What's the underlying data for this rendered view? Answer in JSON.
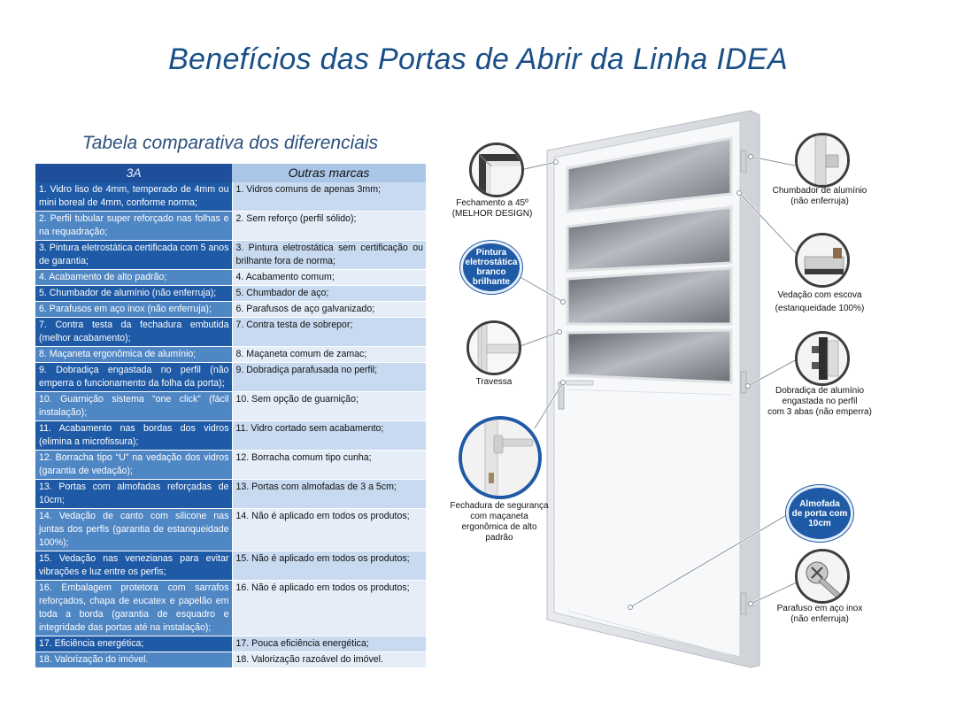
{
  "title": "Benefícios das Portas de Abrir da Linha IDEA",
  "table": {
    "caption": "Tabela comparativa dos diferenciais",
    "headers": [
      "3A",
      "Outras marcas"
    ],
    "rows": [
      [
        "1. Vidro liso de 4mm, temperado de 4mm ou mini boreal de 4mm, conforme norma;",
        "1. Vidros comuns de apenas 3mm;"
      ],
      [
        "2. Perfil tubular super reforçado nas folhas e na requadração;",
        "2. Sem reforço (perfil sólido);"
      ],
      [
        "3. Pintura eletrostática certificada com 5 anos de garantia;",
        "3. Pintura eletrostática sem certificação ou brilhante fora de norma;"
      ],
      [
        "4. Acabamento de alto padrão;",
        "4. Acabamento comum;"
      ],
      [
        "5. Chumbador de alumínio (não enferruja);",
        "5. Chumbador de aço;"
      ],
      [
        "6. Parafusos em aço inox (não enferruja);",
        "6. Parafusos de aço galvanizado;"
      ],
      [
        "7. Contra testa da fechadura embutida (melhor acabamento);",
        "7. Contra testa de sobrepor;"
      ],
      [
        "8. Maçaneta ergonômica de alumínio;",
        "8. Maçaneta comum de zamac;"
      ],
      [
        "9. Dobradiça engastada no perfil (não emperra o funcionamento da folha da porta);",
        "9. Dobradiça parafusada no perfil;"
      ],
      [
        "10. Guarnição sistema “one click” (fácil instalação);",
        "10. Sem opção de guarnição;"
      ],
      [
        "11. Acabamento nas bordas dos vidros (elimina a microfissura);",
        "11. Vidro cortado sem acabamento;"
      ],
      [
        "12. Borracha tipo “U” na vedação dos vidros (garantia de vedação);",
        "12. Borracha comum tipo cunha;"
      ],
      [
        "13. Portas com almofadas reforçadas de 10cm;",
        "13. Portas com almofadas de 3 a 5cm;"
      ],
      [
        "14. Vedação de canto com silicone nas juntas dos perfis (garantia de estanqueidade 100%);",
        "14. Não é aplicado em todos os produtos;"
      ],
      [
        "15. Vedação nas venezianas para evitar vibrações e luz entre os perfis;",
        "15. Não é aplicado em todos os produtos;"
      ],
      [
        "16. Embalagem protetora com sarrafos reforçados, chapa de eucatex e papelão em toda a borda (garantia de esquadro e integridade das portas até na instalação);",
        "16. Não é aplicado em todos os produtos;"
      ],
      [
        "17. Eficiência energética;",
        "17. Pouca eficiência energética;"
      ],
      [
        "18. Valorização do imóvel.",
        "18. Valorização razoável do imóvel."
      ]
    ]
  },
  "callouts": {
    "fechamento": [
      "Fechamento a 45º",
      "(MELHOR DESIGN)"
    ],
    "pintura": [
      "Pintura",
      "eletrostática",
      "branco",
      "brilhante"
    ],
    "travessa": [
      "Travessa"
    ],
    "fechadura": [
      "Fechadura de segurança",
      "com maçaneta",
      "ergonômica de alto",
      "padrão"
    ],
    "chumbador": [
      "Chumbador de alumínio",
      "(não enferruja)"
    ],
    "vedacao": [
      "Vedação com escova",
      "(estanqueidade 100%)"
    ],
    "dobradica": [
      "Dobradiça de alumínio",
      "engastada no perfil",
      "com 3 abas (não emperra)"
    ],
    "almofada": [
      "Almofada",
      "de porta com",
      "10cm"
    ],
    "parafuso": [
      "Parafuso em aço inox",
      "(não enferruja)"
    ]
  },
  "colors": {
    "title": "#1a4e86",
    "header_dark": "#1f4f9a",
    "row_dark": "#1f5aa6",
    "row_light": "#4f86c4",
    "accent_blue": "#1f5aa6"
  }
}
